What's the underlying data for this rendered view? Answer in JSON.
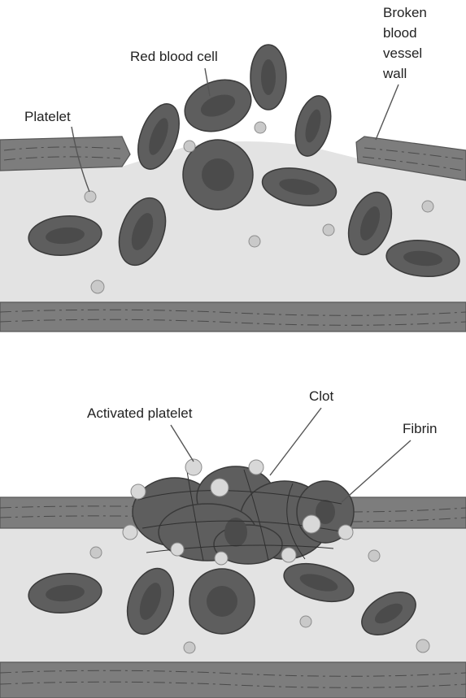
{
  "top_panel": {
    "labels": {
      "red_blood_cell": "Red blood cell",
      "platelet": "Platelet",
      "broken_wall": [
        "Broken",
        "blood",
        "vessel",
        "wall"
      ]
    }
  },
  "bottom_panel": {
    "labels": {
      "activated_platelet": "Activated platelet",
      "clot": "Clot",
      "fibrin": "Fibrin"
    }
  },
  "colors": {
    "vessel_wall": "#7d7d7d",
    "blood_plasma": "#e3e3e3",
    "red_blood_cell": "#5e5e5e",
    "platelet": "#c9c9c9"
  }
}
